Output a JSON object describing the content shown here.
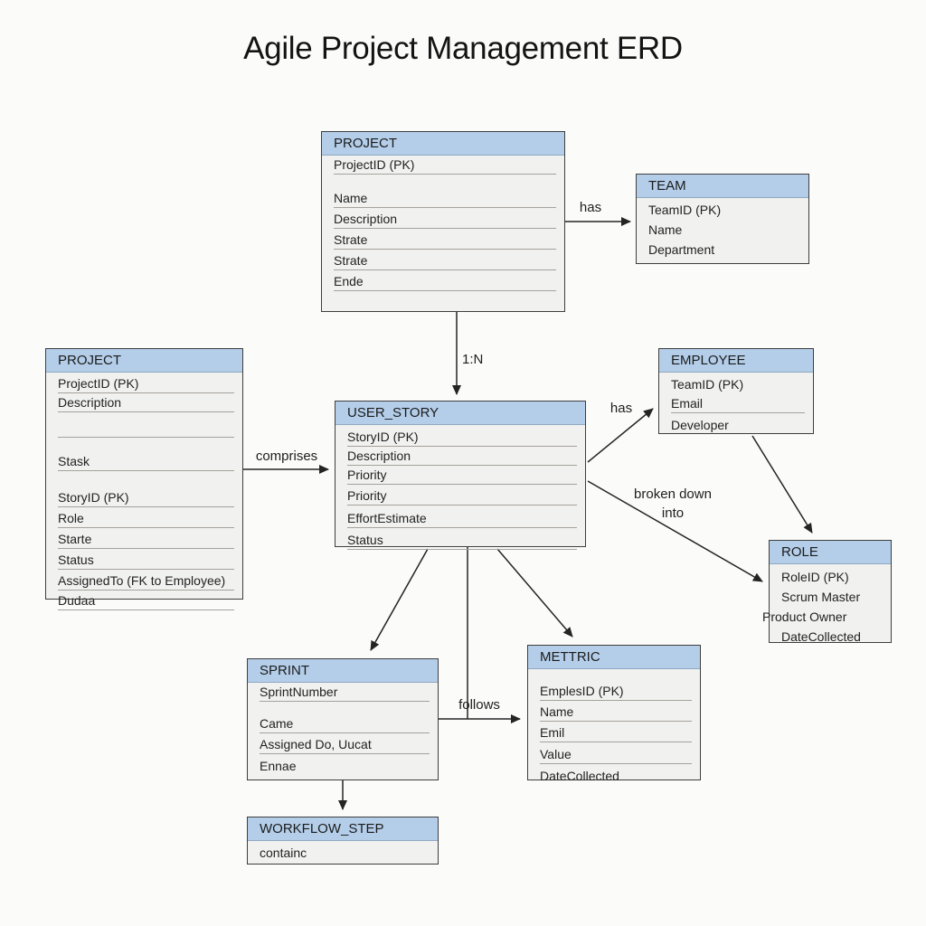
{
  "title": "Agile Project Management ERD",
  "colors": {
    "header_fill": "#b4cee9",
    "body_fill": "#f1f1ef",
    "border": "#3e3e3e",
    "connector": "#242424",
    "background": "#fbfbfa"
  },
  "entities": {
    "project_top": {
      "name": "PROJECT",
      "fields": [
        "ProjectID (PK)",
        "Name",
        "Description",
        "Strate",
        "Strate",
        "Ende"
      ]
    },
    "team": {
      "name": "TEAM",
      "fields": [
        "TeamID (PK)",
        "Name",
        "Department"
      ]
    },
    "project_left": {
      "name": "PROJECT",
      "fields": [
        "ProjectID (PK)",
        "Description",
        "Stask",
        "StoryID (PK)",
        "Role",
        "Starte",
        "Status",
        "AssignedTo (FK to Employee)",
        "Dudaa"
      ]
    },
    "user_story": {
      "name": "USER_STORY",
      "fields": [
        "StoryID (PK)",
        "Description",
        "Priority",
        "Priority",
        "EffortEstimate",
        "Status"
      ]
    },
    "employee": {
      "name": "EMPLOYEE",
      "fields": [
        "TeamID (PK)",
        "Email",
        "Developer"
      ]
    },
    "role": {
      "name": "ROLE",
      "fields": [
        "RoleID (PK)",
        "Scrum Master",
        "Product Owner",
        "DateCollected"
      ]
    },
    "sprint": {
      "name": "SPRINT",
      "fields": [
        "SprintNumber",
        "Came",
        "Assigned Do, Uucat",
        "Ennae"
      ]
    },
    "metric": {
      "name": "METTRIC",
      "fields": [
        "EmplesID (PK)",
        "Name",
        "Emil",
        "Value",
        "DateCollected"
      ]
    },
    "workflow_step": {
      "name": "WORKFLOW_STEP",
      "fields": [
        "containc"
      ]
    }
  },
  "relationships": {
    "has_team": "has",
    "project_to_userstory": "1:N",
    "comprises": "comprises",
    "has_employee": "has",
    "broken_down_line1": "broken down",
    "broken_down_line2": "into",
    "follows": "follows"
  }
}
